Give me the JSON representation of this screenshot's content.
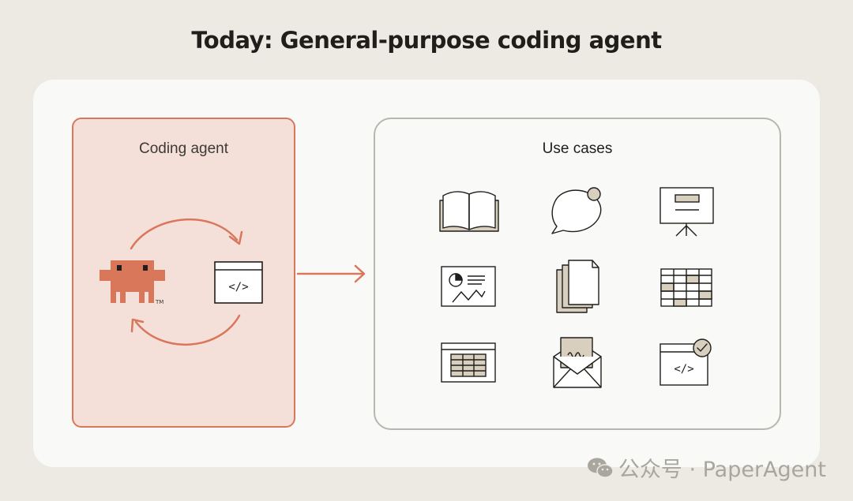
{
  "title": "Today: General-purpose coding agent",
  "agent_box": {
    "label": "Coding agent",
    "icons": [
      "crab-mascot-icon",
      "code-window-icon",
      "cycle-arrow-icon"
    ],
    "trademark": "TM",
    "code_glyph": "</>"
  },
  "use_cases": {
    "label": "Use cases",
    "icons": [
      "book-icon",
      "chat-bubble-icon",
      "presentation-board-icon",
      "analytics-report-icon",
      "documents-stack-icon",
      "calendar-grid-icon",
      "spreadsheet-window-icon",
      "envelope-letter-icon",
      "code-window-check-icon"
    ],
    "code_glyph": "</>"
  },
  "watermark": "公众号 · PaperAgent",
  "colors": {
    "accent": "#D9775B",
    "agent_fill": "#F4DFD9",
    "background": "#ECEAE3",
    "panel": "#F9F9F8",
    "border_gray": "#B9B6AE",
    "icon_fill": "#D8CFBF"
  }
}
